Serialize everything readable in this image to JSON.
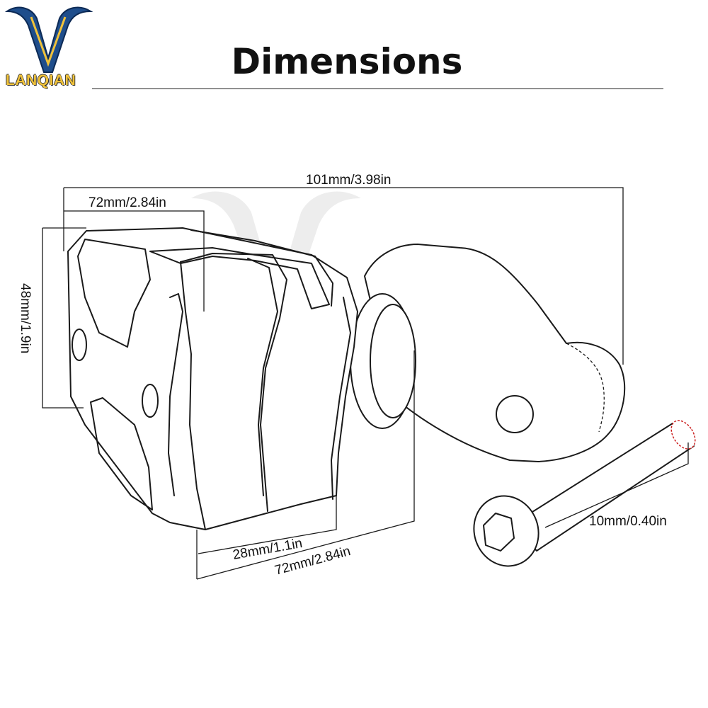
{
  "brand": {
    "logo_text": "LANQIAN",
    "logo_colors": {
      "blue": "#1f4e8c",
      "yellow": "#f0c23a"
    }
  },
  "header": {
    "title": "Dimensions"
  },
  "dimensions": {
    "overall_length": "101mm/3.98in",
    "body_length_top": "72mm/2.84in",
    "height": "48mm/1.9in",
    "groove_width": "28mm/1.1in",
    "body_length_bottom": "72mm/2.84in",
    "bolt_diameter": "10mm/0.40in"
  }
}
